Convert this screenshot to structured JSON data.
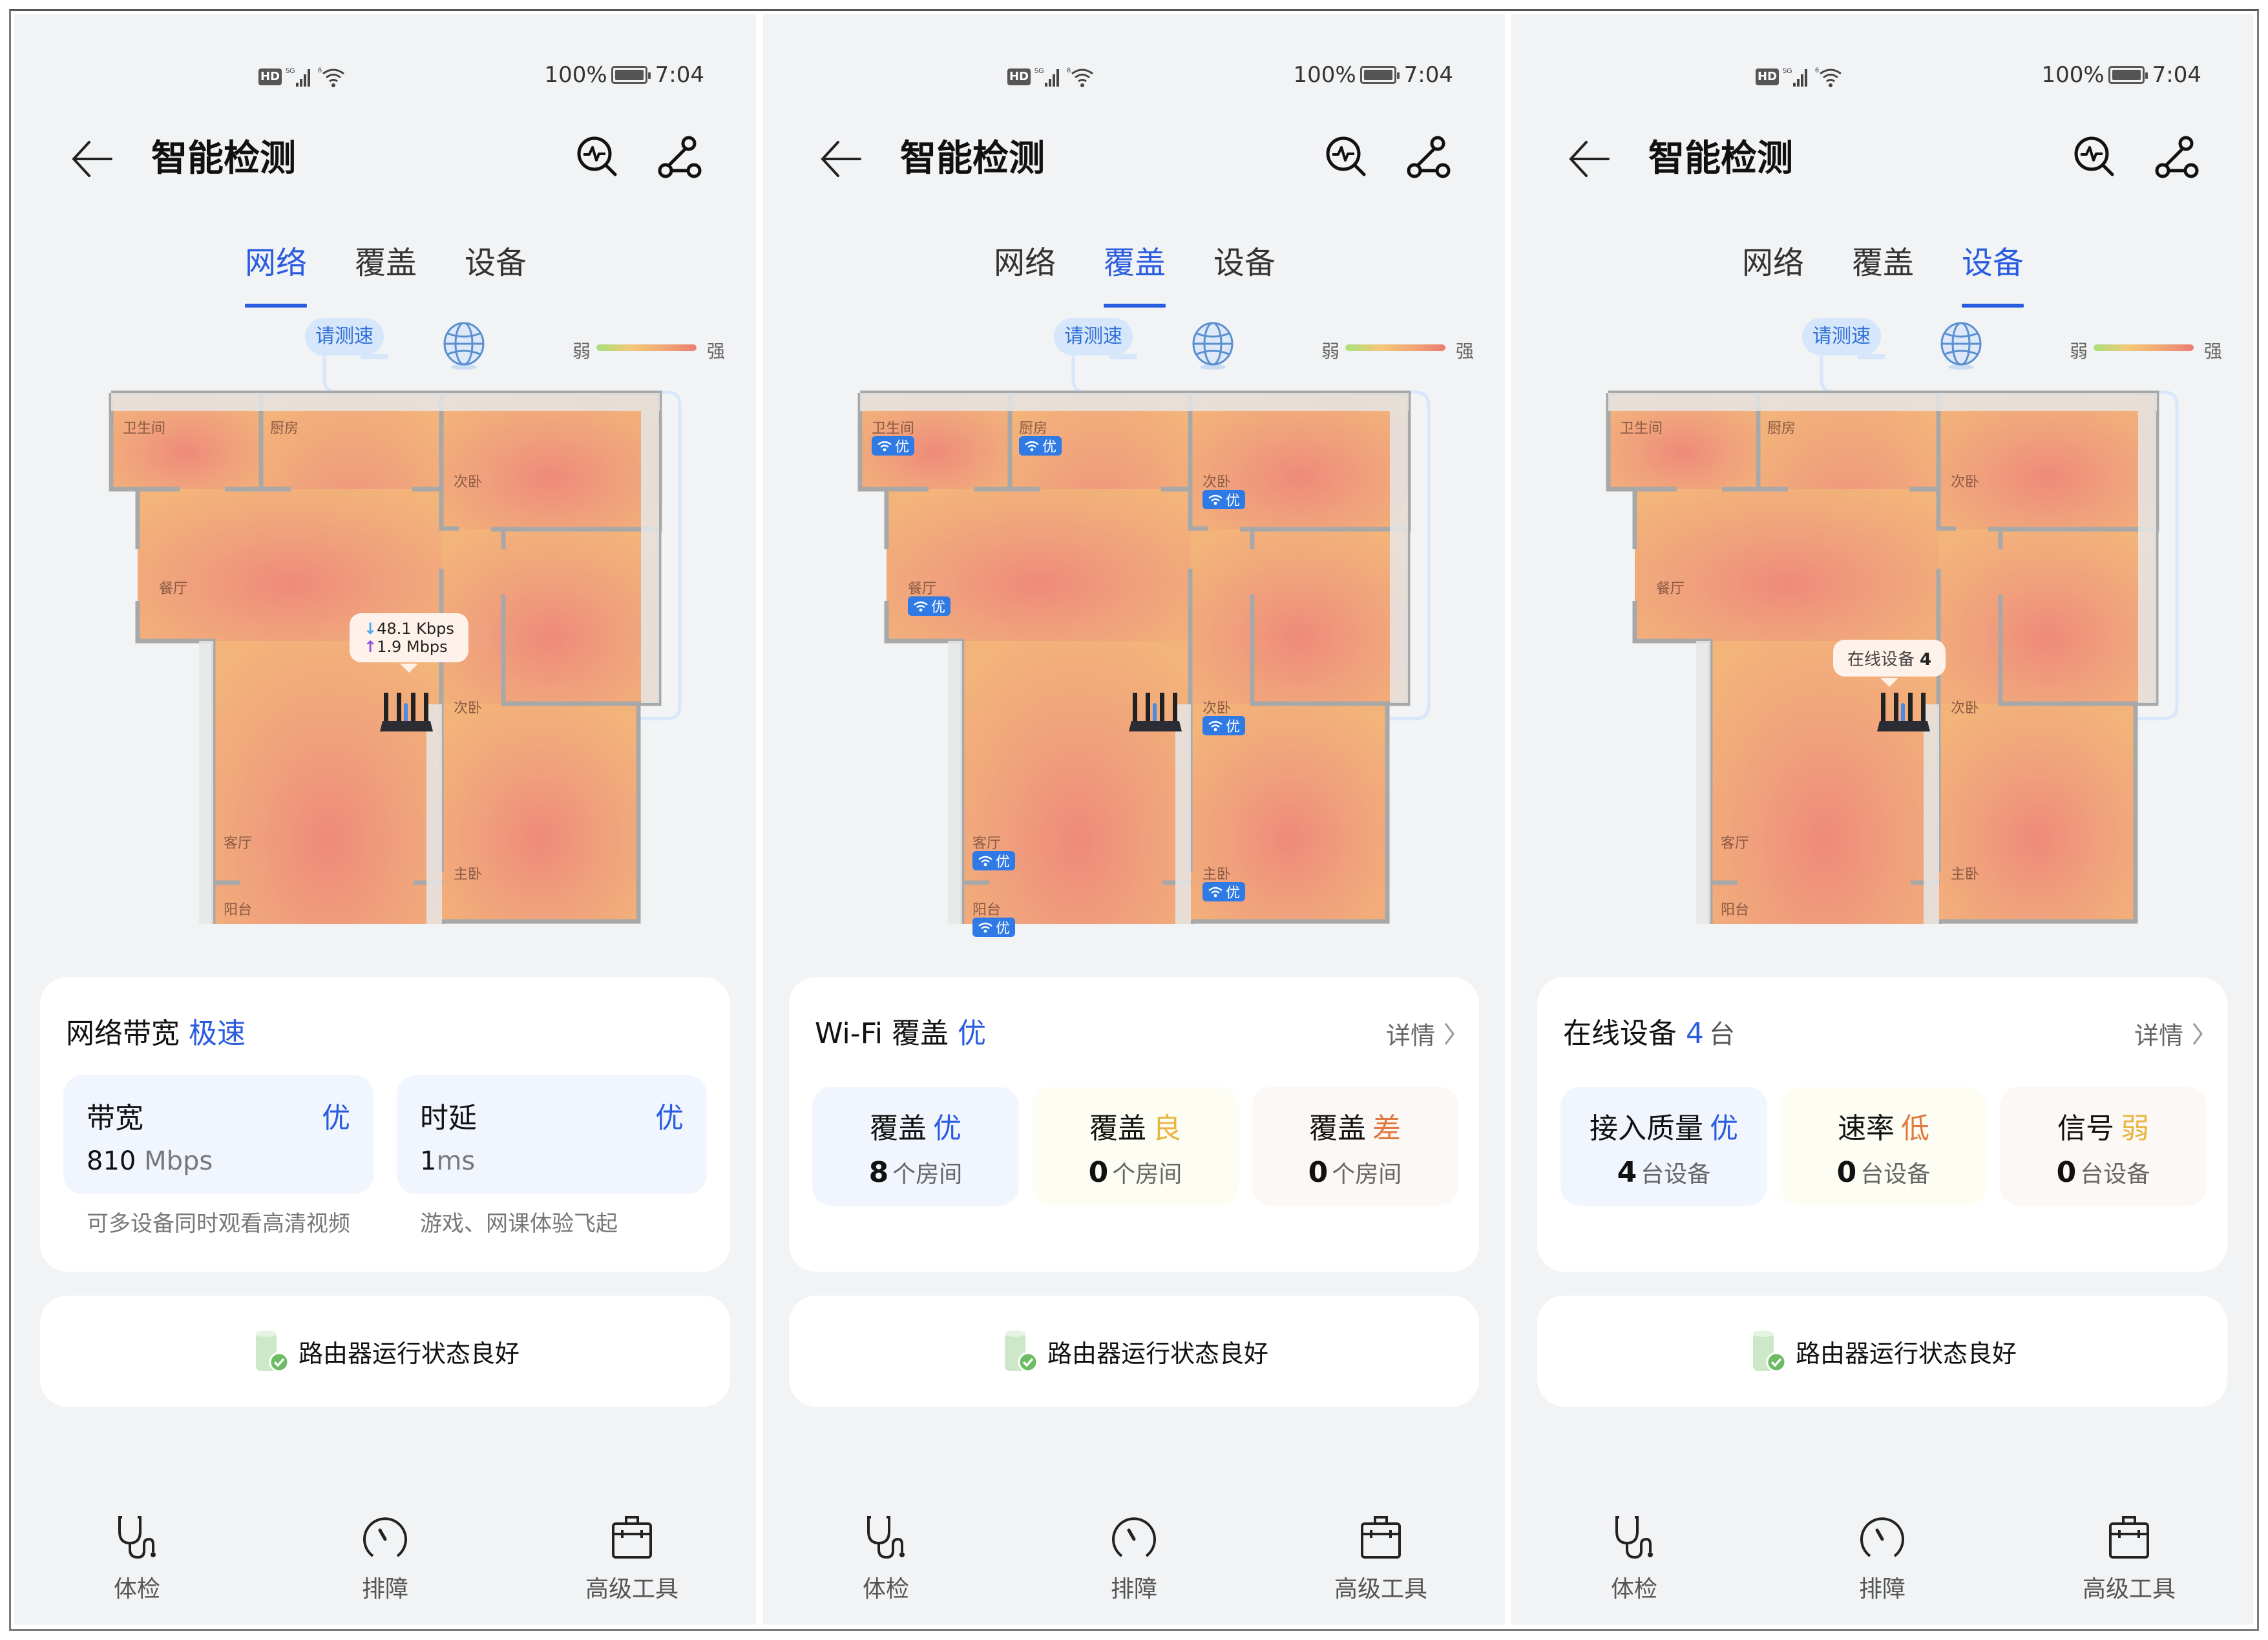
{
  "status_bar": {
    "hd": "HD",
    "network": "5G",
    "wifi": "6",
    "battery": "100%",
    "time": "7:04"
  },
  "header": {
    "title": "智能检测",
    "icons": [
      "back-arrow-icon",
      "diagnose-search-icon",
      "topology-icon"
    ]
  },
  "tabs": [
    "网络",
    "覆盖",
    "设备"
  ],
  "speedtest": {
    "pill": "请测速",
    "legend_weak": "弱",
    "legend_strong": "强",
    "legend_colors": [
      "#a8e07c",
      "#f5c878",
      "#f0a474",
      "#ec7b72"
    ]
  },
  "rooms": [
    "卫生间",
    "厨房",
    "次卧",
    "餐厅",
    "次卧",
    "客厅",
    "主卧",
    "阳台"
  ],
  "panels": [
    {
      "active_tab": 0,
      "router_tooltip": {
        "download": "48.1 Kbps",
        "upload": "1.9 Mbps"
      },
      "card": {
        "title": "网络带宽",
        "highlight": "极速",
        "metrics": [
          {
            "name": "带宽",
            "grade": "优",
            "value": "810",
            "unit": " Mbps",
            "desc": "可多设备同时观看高清视频"
          },
          {
            "name": "时延",
            "grade": "优",
            "value": "1",
            "unit": "ms",
            "desc": "游戏、网课体验飞起"
          }
        ]
      }
    },
    {
      "active_tab": 1,
      "badge_label": "优",
      "card": {
        "title": "Wi-Fi 覆盖",
        "highlight": "优",
        "detail": "详情",
        "tiles": [
          {
            "name": "覆盖",
            "grade": "优",
            "grade_color": "#2a5ce0",
            "bg": "#f1f6fe",
            "count": "8",
            "unit": "个房间"
          },
          {
            "name": "覆盖",
            "grade": "良",
            "grade_color": "#e8b640",
            "bg": "#fdfdf4",
            "count": "0",
            "unit": "个房间"
          },
          {
            "name": "覆盖",
            "grade": "差",
            "grade_color": "#e07a40",
            "bg": "#fcf8f5",
            "count": "0",
            "unit": "个房间"
          }
        ]
      }
    },
    {
      "active_tab": 2,
      "router_tooltip": {
        "label": "在线设备",
        "count": "4"
      },
      "card": {
        "title": "在线设备",
        "highlight": "4",
        "unit": "台",
        "detail": "详情",
        "tiles": [
          {
            "name": "接入质量",
            "grade": "优",
            "grade_color": "#2a5ce0",
            "bg": "#f1f6fe",
            "count": "4",
            "unit": "台设备"
          },
          {
            "name": "速率",
            "grade": "低",
            "grade_color": "#e07a40",
            "bg": "#fdfdf4",
            "count": "0",
            "unit": "台设备"
          },
          {
            "name": "信号",
            "grade": "弱",
            "grade_color": "#e8b640",
            "bg": "#fcf8f5",
            "count": "0",
            "unit": "台设备"
          }
        ]
      }
    }
  ],
  "status_card": {
    "text": "路由器运行状态良好"
  },
  "bottom_nav": [
    {
      "label": "体检",
      "icon": "stethoscope-icon"
    },
    {
      "label": "排障",
      "icon": "gauge-icon"
    },
    {
      "label": "高级工具",
      "icon": "toolbox-icon"
    }
  ],
  "colors": {
    "accent": "#2a5ce0",
    "background": "#f1f3f5",
    "badge": "#2f7ae5"
  }
}
